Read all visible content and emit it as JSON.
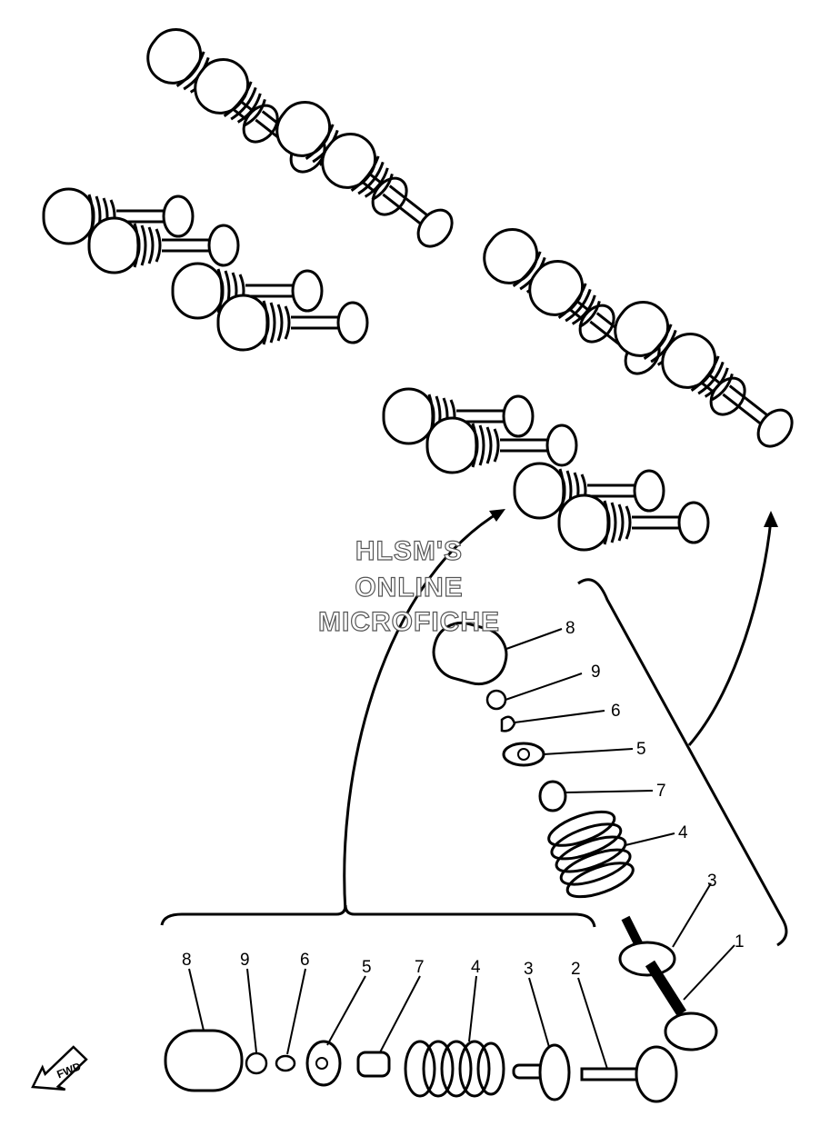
{
  "watermark": {
    "line1": "HLSM'S",
    "line2": "ONLINE",
    "line3": "MICROFICHE"
  },
  "fwd_label": "FWD",
  "callouts": {
    "stack": [
      "8",
      "9",
      "6",
      "5",
      "7",
      "4",
      "3",
      "1"
    ],
    "row": [
      "8",
      "9",
      "6",
      "5",
      "7",
      "4",
      "3",
      "2"
    ]
  }
}
